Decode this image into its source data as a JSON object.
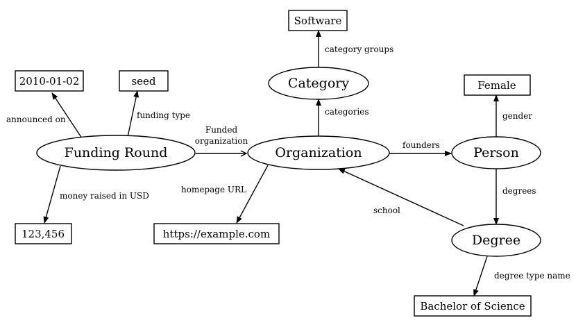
{
  "nodes": {
    "funding_round": "Funding Round",
    "organization": "Organization",
    "category": "Category",
    "person": "Person",
    "degree": "Degree",
    "software": "Software",
    "date": "2010-01-02",
    "seed": "seed",
    "money": "123,456",
    "url": "https://example.com",
    "female": "Female",
    "bachelor": "Bachelor of Science"
  },
  "edges": {
    "announced_on": "announced on",
    "funding_type": "funding type",
    "money_raised": "money raised in USD",
    "funded_organization_line1": "Funded",
    "funded_organization_line2": "organization",
    "homepage_url": "homepage URL",
    "categories": "categories",
    "category_groups": "category groups",
    "founders": "founders",
    "gender": "gender",
    "degrees": "degrees",
    "school": "school",
    "degree_type_name": "degree type name"
  }
}
